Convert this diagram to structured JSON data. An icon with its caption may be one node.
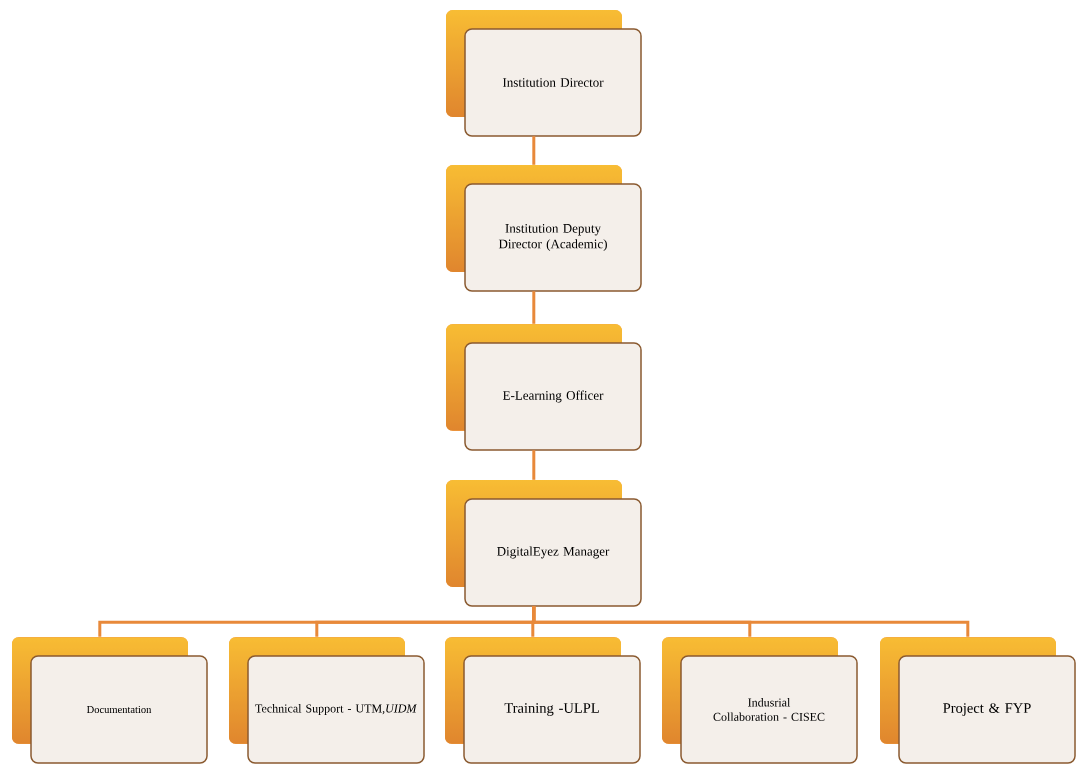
{
  "diagram": {
    "nodes": [
      {
        "text": [
          "Institution Director"
        ]
      },
      {
        "text": [
          "Institution Deputy Director (Academic)"
        ]
      },
      {
        "text": [
          "E-Learning Officer"
        ]
      },
      {
        "text": [
          "DigitalEyez Manager"
        ]
      },
      {
        "text": [
          "Documentation"
        ]
      },
      {
        "text": [
          "Technical Support - UTM,*UIDM*"
        ]
      },
      {
        "text": [
          "Training -ULPL"
        ]
      },
      {
        "text": [
          "Indusrial Collaboration - CISEC"
        ]
      },
      {
        "text": [
          "Project & FYP"
        ]
      }
    ],
    "edges": [
      {
        "from": 0,
        "to": 1,
        "arrow": "none"
      },
      {
        "from": 1,
        "to": 2,
        "arrow": "none"
      },
      {
        "from": 2,
        "to": 3,
        "arrow": "none"
      },
      {
        "from": 3,
        "to": 4,
        "arrow": "none"
      },
      {
        "from": 3,
        "to": 5,
        "arrow": "none"
      },
      {
        "from": 3,
        "to": 6,
        "arrow": "none"
      },
      {
        "from": 3,
        "to": 7,
        "arrow": "none"
      },
      {
        "from": 3,
        "to": 8,
        "arrow": "none"
      }
    ]
  }
}
